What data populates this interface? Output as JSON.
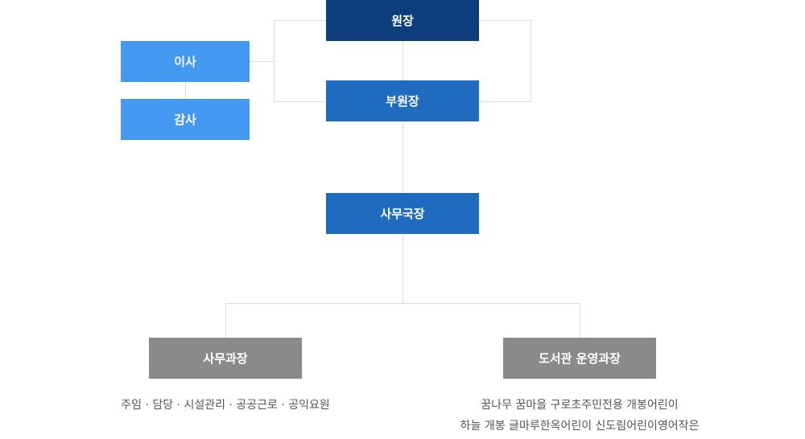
{
  "colors": {
    "top": "#0d3d7a",
    "mid": "#1f6bbf",
    "side": "#4499f0",
    "bottom": "#8a8a8a",
    "connector": "#dcdcdc",
    "text": "#555555"
  },
  "nodes": {
    "director": "원장",
    "vice_director": "부원장",
    "board_member": "이사",
    "auditor": "감사",
    "secretary_general": "사무국장",
    "admin_manager": "사무과장",
    "library_manager": "도서관 운영과장"
  },
  "descriptions": {
    "admin_staff": "주임 · 담당 · 시설관리 · 공공근로 · 공익요원",
    "library_line1": "꿈나무 꿈마을 구로초주민전용 개봉어린이",
    "library_line2": "하늘 개봉 글마루한옥어린이 신도림어린이영어작은"
  }
}
